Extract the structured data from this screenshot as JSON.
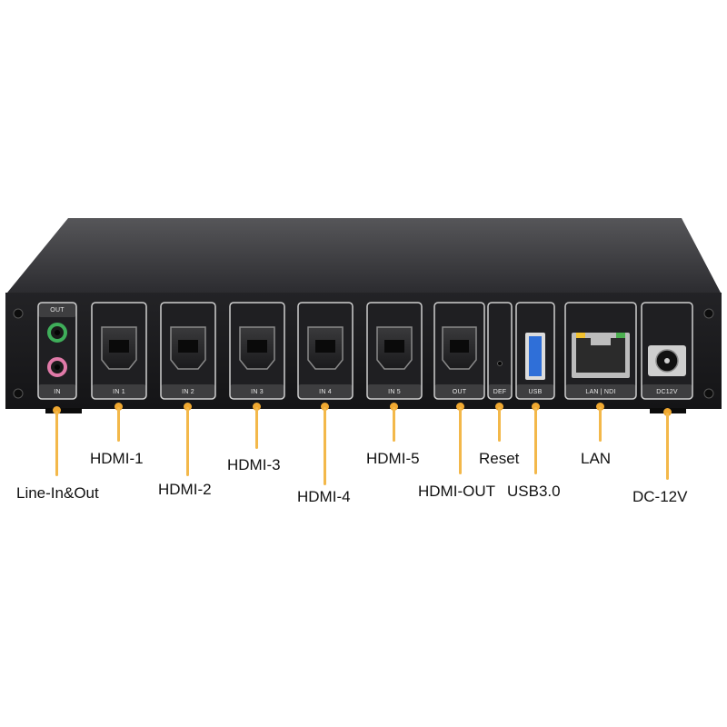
{
  "device": {
    "port_tags": {
      "audio_out": "OUT",
      "audio_in": "IN",
      "in1": "IN 1",
      "in2": "IN 2",
      "in3": "IN 3",
      "in4": "IN 4",
      "in5": "IN 5",
      "hdmi_out": "OUT",
      "def": "DEF",
      "usb": "USB",
      "lan": "LAN | NDI",
      "dc": "DC12V"
    }
  },
  "callouts": {
    "line_in_out": "Line-In&Out",
    "hdmi1": "HDMI-1",
    "hdmi2": "HDMI-2",
    "hdmi3": "HDMI-3",
    "hdmi4": "HDMI-4",
    "hdmi5": "HDMI-5",
    "hdmi_out": "HDMI-OUT",
    "reset": "Reset",
    "usb3": "USB3.0",
    "lan": "LAN",
    "dc12v": "DC-12V"
  },
  "colors": {
    "leader": "#f3b84a",
    "chassis": "#1b1b1d",
    "chassis_top": "#3a3a3e",
    "usb_blue": "#2f6fd8",
    "audio_green": "#3fae5a",
    "audio_pink": "#e07aa8"
  }
}
